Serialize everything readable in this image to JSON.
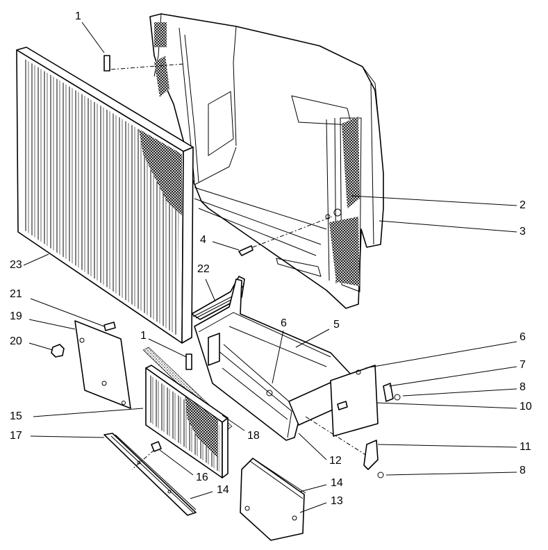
{
  "callouts": [
    {
      "id": "c1a",
      "text": "1"
    },
    {
      "id": "c2",
      "text": "2"
    },
    {
      "id": "c3",
      "text": "3"
    },
    {
      "id": "c4",
      "text": "4"
    },
    {
      "id": "c22",
      "text": "22"
    },
    {
      "id": "c23",
      "text": "23"
    },
    {
      "id": "c6a",
      "text": "6"
    },
    {
      "id": "c5",
      "text": "5"
    },
    {
      "id": "c21",
      "text": "21"
    },
    {
      "id": "c19",
      "text": "19"
    },
    {
      "id": "c20",
      "text": "20"
    },
    {
      "id": "c1b",
      "text": "1"
    },
    {
      "id": "c6b",
      "text": "6"
    },
    {
      "id": "c7",
      "text": "7"
    },
    {
      "id": "c8a",
      "text": "8"
    },
    {
      "id": "c10",
      "text": "10"
    },
    {
      "id": "c15",
      "text": "15"
    },
    {
      "id": "c18",
      "text": "18"
    },
    {
      "id": "c17",
      "text": "17"
    },
    {
      "id": "c11",
      "text": "11"
    },
    {
      "id": "c12",
      "text": "12"
    },
    {
      "id": "c16",
      "text": "16"
    },
    {
      "id": "c8b",
      "text": "8"
    },
    {
      "id": "c14a",
      "text": "14"
    },
    {
      "id": "c14b",
      "text": "14"
    },
    {
      "id": "c13",
      "text": "13"
    }
  ]
}
